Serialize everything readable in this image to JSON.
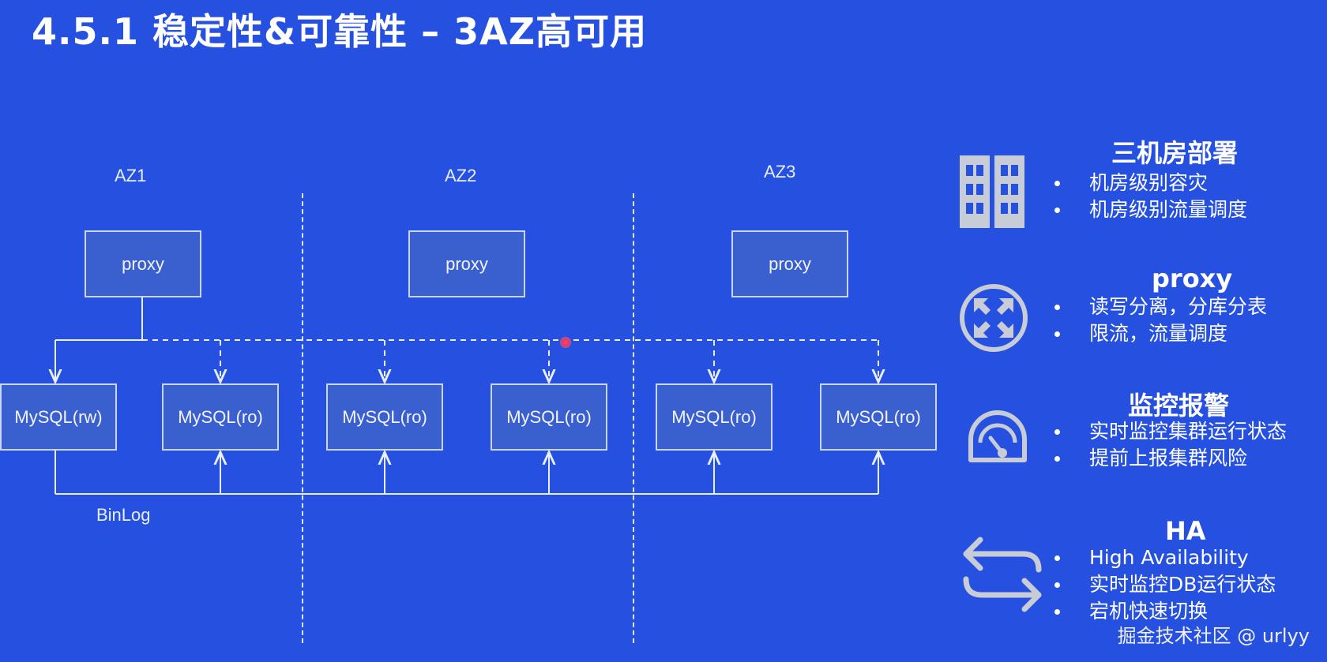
{
  "title": "4.5.1 稳定性&可靠性 – 3AZ高可用",
  "diagram": {
    "zones": [
      {
        "label": "AZ1"
      },
      {
        "label": "AZ2"
      },
      {
        "label": "AZ3"
      }
    ],
    "proxies": [
      "proxy",
      "proxy",
      "proxy"
    ],
    "mysql_nodes": [
      "MySQL(rw)",
      "MySQL(ro)",
      "MySQL(ro)",
      "MySQL(ro)",
      "MySQL(ro)",
      "MySQL(ro)"
    ],
    "binlog_label": "BinLog"
  },
  "features": [
    {
      "icon": "server-rack-icon",
      "title": "三机房部署",
      "items": [
        "机房级别容灾",
        "机房级别流量调度"
      ]
    },
    {
      "icon": "proxy-arrows-icon",
      "title": "proxy",
      "items": [
        "读写分离，分库分表",
        "限流，流量调度"
      ]
    },
    {
      "icon": "gauge-icon",
      "title": "监控报警",
      "items": [
        "实时监控集群运行状态",
        "提前上报集群风险"
      ]
    },
    {
      "icon": "switch-arrows-icon",
      "title": "HA",
      "items": [
        "High Availability",
        "实时监控DB运行状态",
        "宕机快速切换"
      ]
    }
  ],
  "watermark": "掘金技术社区 @ urlyy",
  "colors": {
    "background": "#2550e0",
    "box_fill": "#3a5fcf",
    "box_border": "#c9d6ff",
    "icon": "#c8ccd6"
  }
}
